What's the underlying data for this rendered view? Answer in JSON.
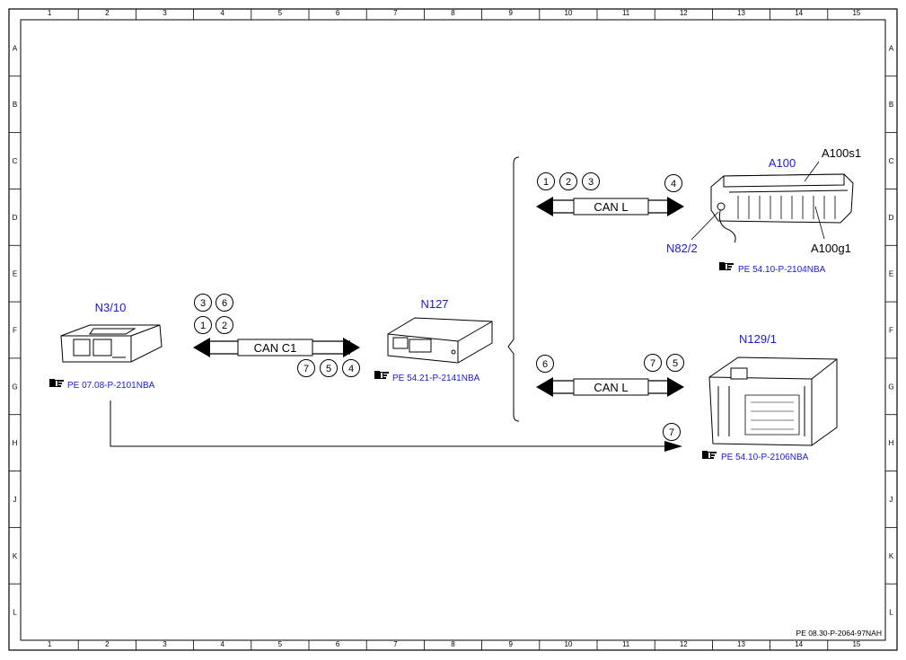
{
  "frame": {
    "col_labels": [
      "1",
      "2",
      "3",
      "4",
      "5",
      "6",
      "7",
      "8",
      "9",
      "10",
      "11",
      "12",
      "13",
      "14",
      "15"
    ],
    "row_labels": [
      "A",
      "B",
      "C",
      "D",
      "E",
      "F",
      "G",
      "H",
      "J",
      "K",
      "L"
    ],
    "doc_ref": "PE 08.30-P-2064-97NAH"
  },
  "colors": {
    "link": "#1a1ad6",
    "ink": "#000000",
    "frame": "#000000"
  },
  "components": {
    "n310": {
      "label": "N3/10",
      "ref": "PE 07.08-P-2101NBA"
    },
    "n127": {
      "label": "N127",
      "ref": "PE 54.21-P-2141NBA"
    },
    "a100": {
      "label": "A100",
      "sub_top": "A100s1",
      "sub_bottom": "A100g1",
      "sub_left": "N82/2",
      "ref": "PE 54.10-P-2104NBA"
    },
    "n1291": {
      "label": "N129/1",
      "ref": "PE 54.10-P-2106NBA"
    }
  },
  "buses": {
    "can_c1": {
      "label": "CAN C1",
      "left_markers_top": [
        "3",
        "6"
      ],
      "left_markers_bottom": [
        "1",
        "2"
      ],
      "right_markers": [
        "7",
        "5",
        "4"
      ]
    },
    "can_l_top": {
      "label": "CAN L",
      "left_markers": [
        "1",
        "2",
        "3"
      ],
      "right_markers": [
        "4"
      ]
    },
    "can_l_bottom": {
      "label": "CAN L",
      "left_markers": [
        "6"
      ],
      "right_markers": [
        "7",
        "5"
      ]
    },
    "direct": {
      "marker": "7"
    }
  },
  "icons": {
    "ref": "pointing-hand-icon"
  }
}
